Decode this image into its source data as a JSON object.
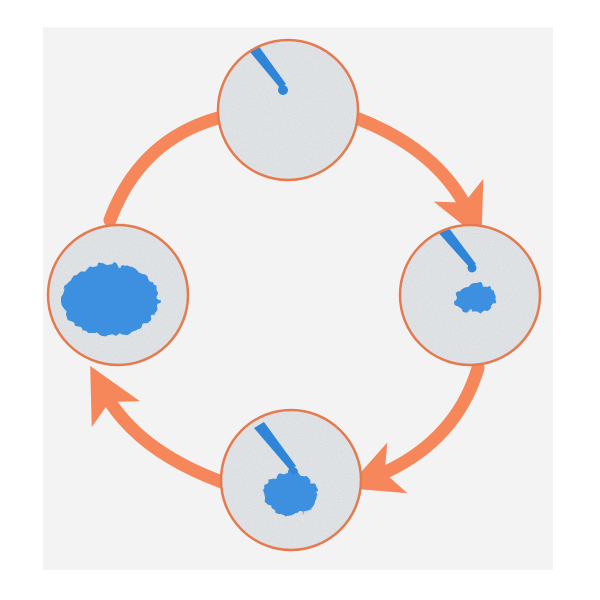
{
  "diagram": {
    "type": "cycle",
    "direction": "clockwise",
    "colors": {
      "background": "#f3f3f3",
      "arrow": "#f5875a",
      "circle_border": "#e57a4f",
      "fabric": "#e7eaed",
      "liquid": "#3d8fe0",
      "dropper": "#2f86d8"
    },
    "stages": [
      {
        "id": "top",
        "label": "",
        "spot_size": "none",
        "dropper": true
      },
      {
        "id": "right",
        "label": "",
        "spot_size": "small",
        "dropper": true
      },
      {
        "id": "bottom",
        "label": "",
        "spot_size": "medium",
        "dropper": true
      },
      {
        "id": "left",
        "label": "",
        "spot_size": "large",
        "dropper": false
      }
    ]
  }
}
